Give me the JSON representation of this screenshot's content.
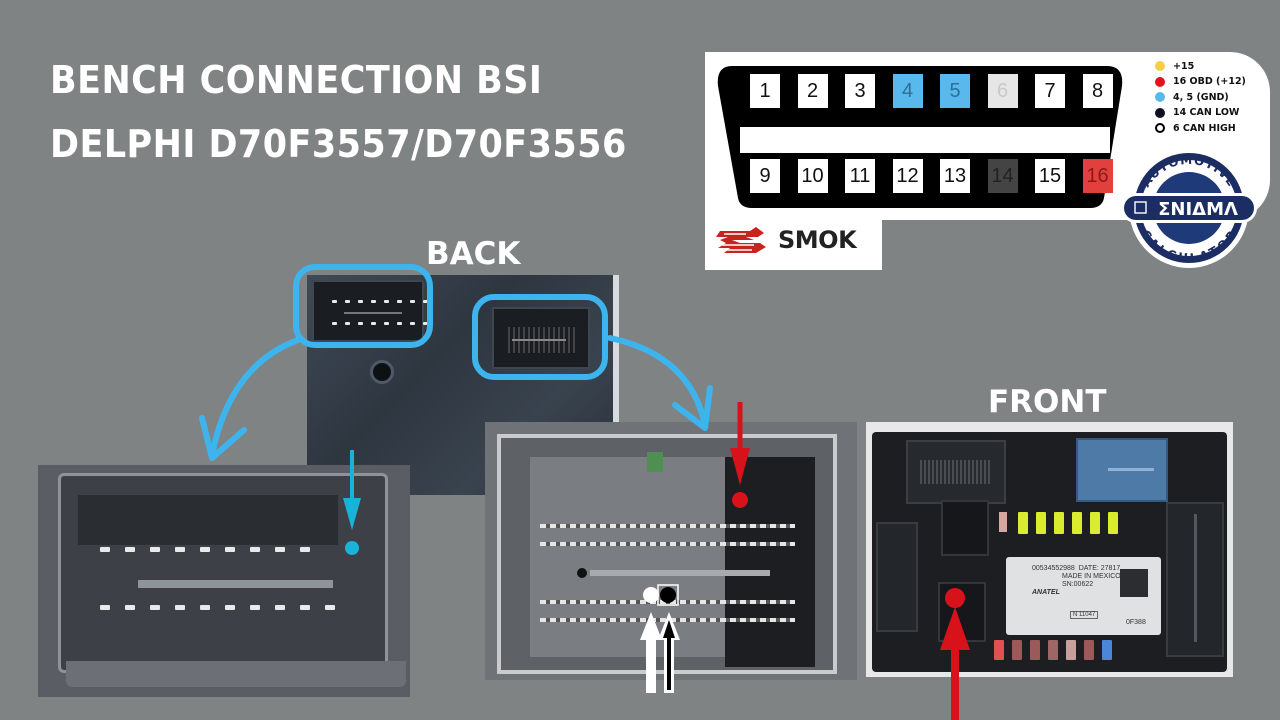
{
  "title": {
    "line1": "BENCH CONNECTION BSI",
    "line2": "DELPHI D70F3557/D70F3556"
  },
  "labels": {
    "back": "BACK",
    "front": "FRONT"
  },
  "obd_connector": {
    "top_row": [
      {
        "num": "1",
        "style": "plain"
      },
      {
        "num": "2",
        "style": "plain"
      },
      {
        "num": "3",
        "style": "plain"
      },
      {
        "num": "4",
        "style": "blue"
      },
      {
        "num": "5",
        "style": "blue"
      },
      {
        "num": "6",
        "style": "ghost"
      },
      {
        "num": "7",
        "style": "plain"
      },
      {
        "num": "8",
        "style": "plain"
      }
    ],
    "bottom_row": [
      {
        "num": "9",
        "style": "plain"
      },
      {
        "num": "10",
        "style": "plain"
      },
      {
        "num": "11",
        "style": "plain"
      },
      {
        "num": "12",
        "style": "plain"
      },
      {
        "num": "13",
        "style": "plain"
      },
      {
        "num": "14",
        "style": "dark"
      },
      {
        "num": "15",
        "style": "plain"
      },
      {
        "num": "16",
        "style": "red"
      }
    ]
  },
  "legend": [
    {
      "label": "+15",
      "color": "#f7cd46",
      "hollow": false
    },
    {
      "label": "16 OBD (+12)",
      "color": "#e0141b",
      "hollow": false
    },
    {
      "label": "4, 5 (GND)",
      "color": "#5ab9ec",
      "hollow": false
    },
    {
      "label": "14 CAN LOW",
      "color": "#0f0f24",
      "hollow": false
    },
    {
      "label": "6 CAN HIGH",
      "color": "#ffffff",
      "hollow": true
    }
  ],
  "logos": {
    "smok": "SMOK",
    "badge_top": "AUTOMOTIVE",
    "badge_middle": "ΣNIΔMΛ",
    "badge_bottom": "CALCULATOR"
  },
  "module_label": {
    "part_number": "00534552988",
    "date": "DATE: 27817",
    "origin": "MADE IN MEXICO",
    "serial": "SN:00622",
    "brand": "ANATEL",
    "code": "0F388",
    "cert": "N 11047"
  },
  "colors": {
    "background": "#808383",
    "highlight_blue": "#3eb4ef",
    "marker_cyan": "#19b2d8",
    "marker_red": "#d8121b",
    "fuse_yellow": "#d9ec2e"
  }
}
